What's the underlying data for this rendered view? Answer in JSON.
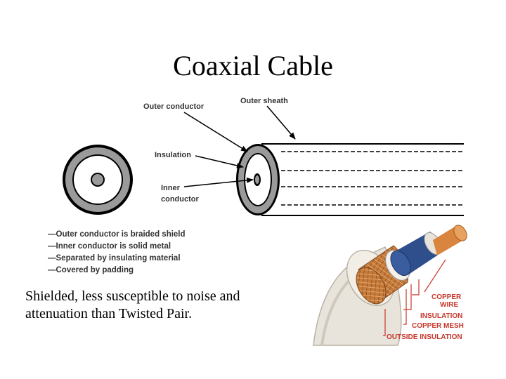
{
  "title": "Coaxial Cable",
  "labels": {
    "outer_conductor": "Outer conductor",
    "outer_sheath": "Outer sheath",
    "insulation": "Insulation",
    "inner_conductor_line1": "Inner",
    "inner_conductor_line2": "conductor"
  },
  "notes": [
    "—Outer conductor is braided shield",
    "—Inner conductor is solid metal",
    "—Separated by insulating material",
    "—Covered by padding"
  ],
  "caption": {
    "line1": "Shielded, less susceptible to noise and",
    "line2": "attenuation than Twisted Pair."
  },
  "photo_labels": {
    "copper_wire_line1": "COPPER",
    "copper_wire_line2": "WIRE",
    "insulation": "INSULATION",
    "copper_mesh": "COPPER MESH",
    "outside_insulation": "OUTSIDE INSULATION"
  },
  "colors": {
    "sheath_gray": "#9a9a9a",
    "label_red": "#c8362b",
    "copper": "#d9843f",
    "blue_insulation": "#2f4e8c",
    "outer_jacket": "#e9e4db"
  }
}
